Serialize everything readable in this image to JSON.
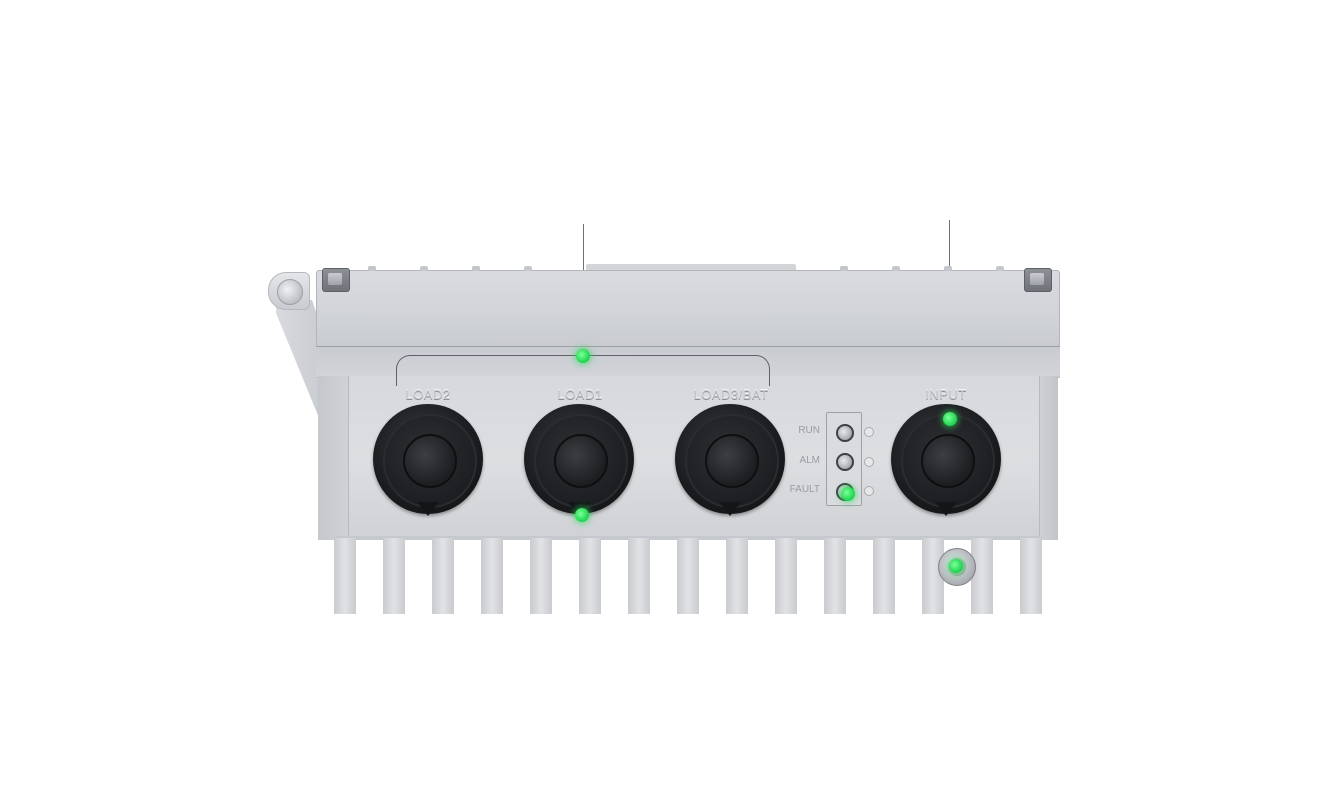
{
  "device": {
    "port_labels": {
      "load2": "LOAD2",
      "load1": "LOAD1",
      "load3_bat": "LOAD3/BAT",
      "input": "INPUT"
    },
    "indicators": {
      "run": "RUN",
      "alm": "ALM",
      "fault": "FAULT"
    }
  },
  "colors": {
    "hotspot": "#2bdc58",
    "housing": "#d6d8dc",
    "gland": "#1b1c1f"
  }
}
